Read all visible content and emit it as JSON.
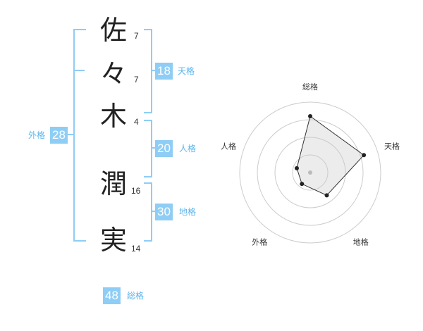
{
  "name": {
    "characters": [
      {
        "char": "佐",
        "strokes": "7"
      },
      {
        "char": "々",
        "strokes": "7"
      },
      {
        "char": "木",
        "strokes": "4"
      },
      {
        "char": "潤",
        "strokes": "16"
      },
      {
        "char": "実",
        "strokes": "14"
      }
    ]
  },
  "fortune": {
    "tenkaku": {
      "value": "18",
      "label": "天格"
    },
    "jinkaku": {
      "value": "20",
      "label": "人格"
    },
    "chikaku": {
      "value": "30",
      "label": "地格"
    },
    "gaikaku": {
      "value": "28",
      "label": "外格"
    },
    "soukaku": {
      "value": "48",
      "label": "総格"
    }
  },
  "chart_data": {
    "type": "radar",
    "axes": [
      "総格",
      "天格",
      "地格",
      "外格",
      "人格"
    ],
    "values": [
      4,
      4,
      2,
      1,
      1
    ],
    "range": [
      0,
      5
    ],
    "rings": 4
  }
}
